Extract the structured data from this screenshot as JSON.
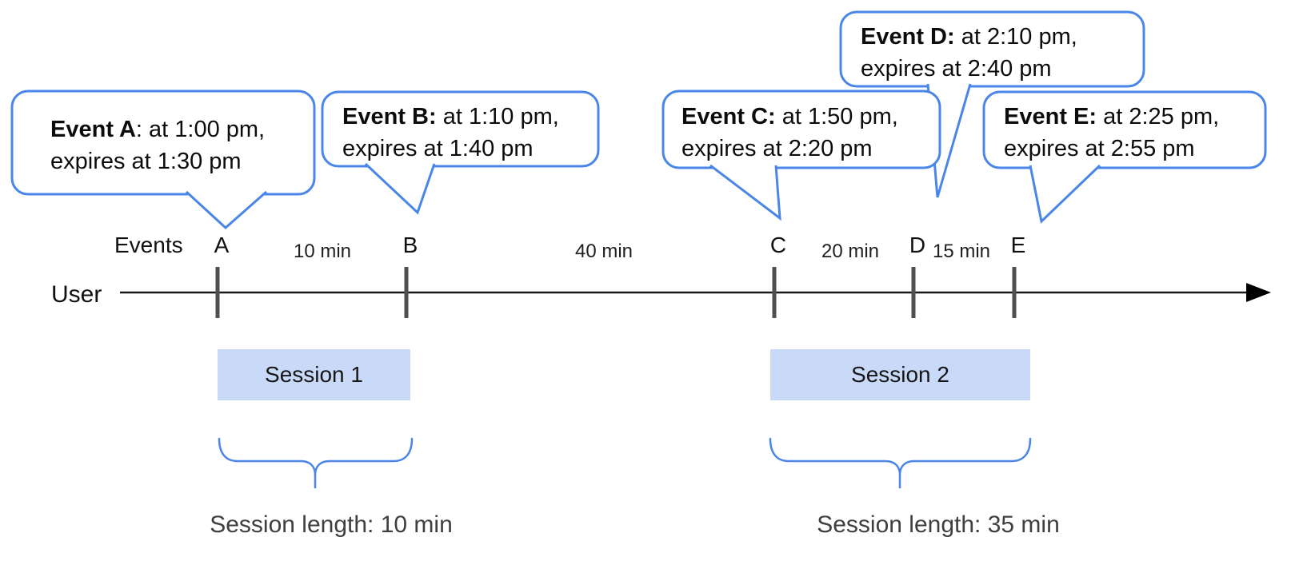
{
  "colors": {
    "accent_blue": "#4a86e8",
    "session_fill": "#c9daf8",
    "tick_gray": "#4f4f4f",
    "timeline_black": "#1a1a1a",
    "text_gray": "#3f3f3f"
  },
  "axis": {
    "user_label": "User",
    "events_label": "Events"
  },
  "events": [
    "A",
    "B",
    "C",
    "D",
    "E"
  ],
  "intervals": [
    {
      "label": "10 min"
    },
    {
      "label": "40 min"
    },
    {
      "label": "20 min"
    },
    {
      "label": "15 min"
    }
  ],
  "callouts": [
    {
      "event": "A",
      "bold": "Event A",
      "rest": ": at 1:00 pm,",
      "line2": "expires at 1:30 pm"
    },
    {
      "event": "B",
      "bold": "Event B:",
      "rest": " at 1:10 pm,",
      "line2": "expires at 1:40 pm"
    },
    {
      "event": "C",
      "bold": "Event C:",
      "rest": " at 1:50 pm,",
      "line2": "expires at 2:20 pm"
    },
    {
      "event": "D",
      "bold": "Event D:",
      "rest": " at 2:10 pm,",
      "line2": "expires at 2:40 pm"
    },
    {
      "event": "E",
      "bold": "Event E:",
      "rest": " at 2:25 pm,",
      "line2": "expires at 2:55 pm"
    }
  ],
  "sessions": [
    {
      "label": "Session 1",
      "length_label": "Session length: 10 min"
    },
    {
      "label": "Session 2",
      "length_label": "Session length: 35 min"
    }
  ]
}
